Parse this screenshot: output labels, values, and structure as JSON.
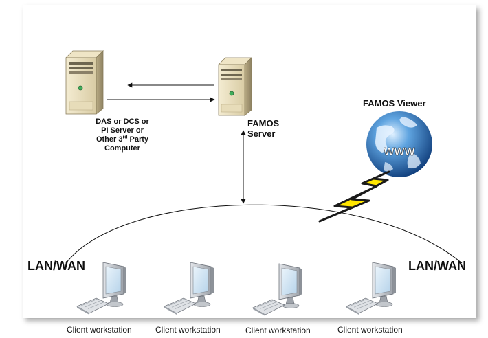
{
  "nodes": {
    "das_server": {
      "label_lines": [
        "DAS or DCS or",
        "PI Server or"
      ],
      "label_line3_prefix": "Other 3",
      "label_line3_sup": "rd",
      "label_line3_suffix": " Party",
      "label_line4": "Computer"
    },
    "famos_server": {
      "label_lines": [
        "FAMOS",
        "Server"
      ]
    },
    "famos_viewer": {
      "label": "FAMOS Viewer",
      "globe_text": "WWW"
    },
    "network": {
      "left_label": "LAN/WAN",
      "right_label": "LAN/WAN"
    },
    "clients": [
      {
        "label": "Client workstation"
      },
      {
        "label": "Client workstation"
      },
      {
        "label": "Client workstation"
      },
      {
        "label": "Client workstation"
      }
    ]
  },
  "icons": [
    "server-tower-icon",
    "globe-icon",
    "lightning-bolt-icon",
    "workstation-monitor-icon",
    "keyboard-icon"
  ],
  "colors": {
    "server_body": "#e8dcb8",
    "server_shade": "#b9ab84",
    "globe_blue": "#1f5fa8",
    "bolt_yellow": "#ffe600",
    "monitor_gray": "#b8bcc2",
    "screen_blue": "#cfe3f2"
  }
}
